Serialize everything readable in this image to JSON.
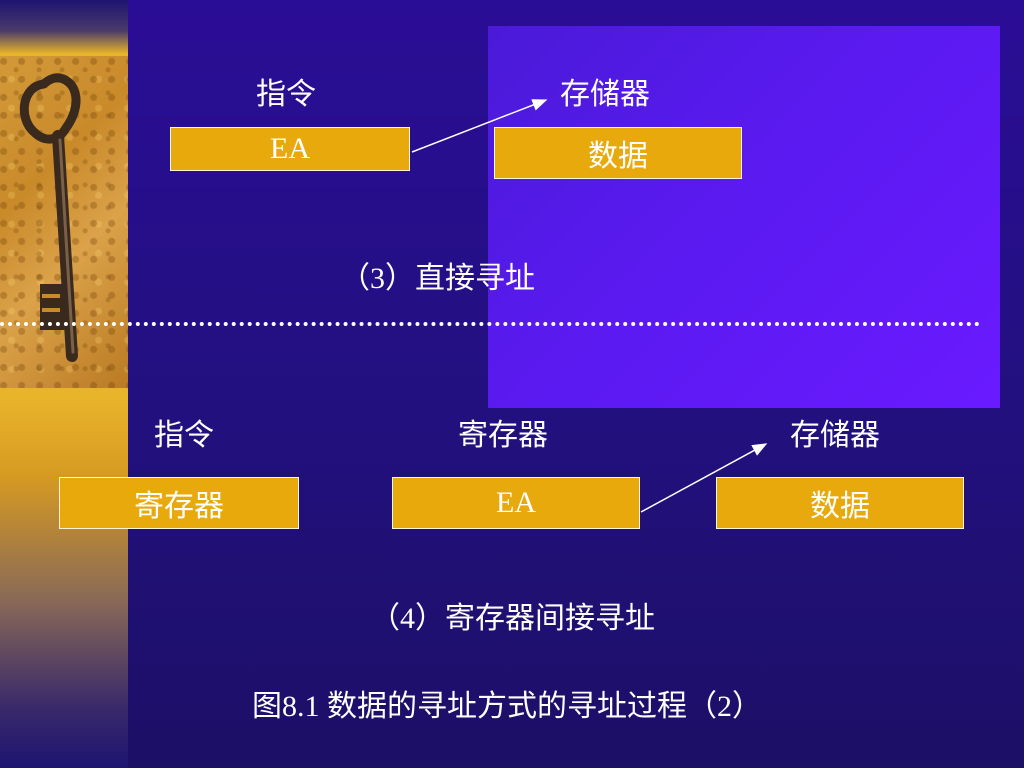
{
  "section3": {
    "instruction_label": "指令",
    "memory_label": "存储器",
    "instruction_field": "EA",
    "memory_cell": "数据",
    "caption": "（3）直接寻址"
  },
  "section4": {
    "instruction_label": "指令",
    "register_label": "寄存器",
    "memory_label": "存储器",
    "instruction_field": "寄存器",
    "register_cell": "EA",
    "memory_cell": "数据",
    "caption": "（4）寄存器间接寻址"
  },
  "figure_caption": "图8.1  数据的寻址方式的寻址过程（2）",
  "colors": {
    "background": "#22107e",
    "box_fill": "#e8a90c",
    "text": "#ffffff"
  },
  "icons": [
    "key-image"
  ]
}
